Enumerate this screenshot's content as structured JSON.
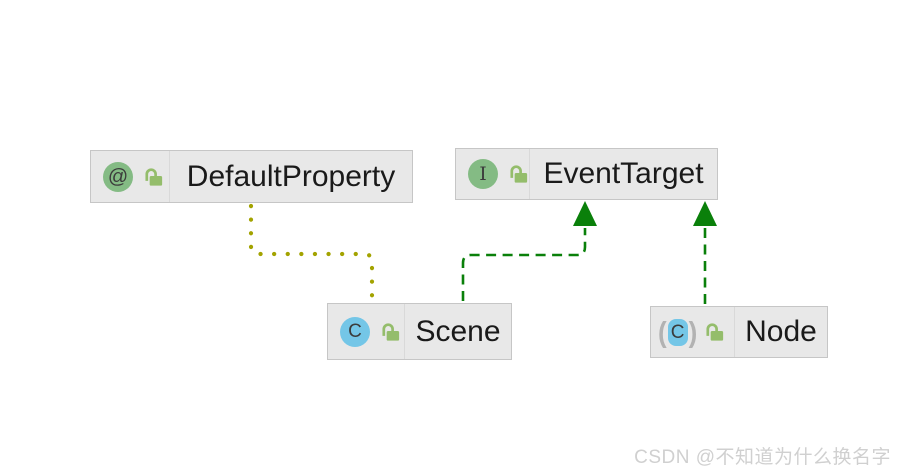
{
  "colors": {
    "canvas-bg": "#ffffff",
    "node-bg": "#e8e8e8",
    "node-border": "#c6c6c6",
    "node-divider": "#d9d9d9",
    "node-text": "#1a1a1a",
    "icon-green": "#84bb84",
    "icon-blue": "#74c6e7",
    "icon-glyph": "#3b3b3b",
    "lock-green": "#94bd6b",
    "paren-gray": "#b2b2b2",
    "edge-green": "#0a800a",
    "edge-olive": "#a3a300",
    "watermark-gray": "#d0d0d0"
  },
  "nodes": [
    {
      "name": "DefaultProperty",
      "kind": "annotation",
      "badge": "@",
      "lock": "unlocked"
    },
    {
      "name": "EventTarget",
      "kind": "interface",
      "badge": "I",
      "lock": "unlocked"
    },
    {
      "name": "Scene",
      "kind": "class",
      "badge": "C",
      "lock": "unlocked"
    },
    {
      "name": "Node",
      "kind": "class",
      "badge": "C",
      "decor_left": "(",
      "decor_right": ")",
      "lock": "unlocked"
    }
  ],
  "edges": [
    {
      "from": "Scene",
      "to": "DefaultProperty",
      "type": "annotation-dependency",
      "style": "dotted"
    },
    {
      "from": "Scene",
      "to": "EventTarget",
      "type": "realization",
      "style": "dashed",
      "arrowhead": "solid-triangle"
    },
    {
      "from": "Node",
      "to": "EventTarget",
      "type": "realization",
      "style": "dashed",
      "arrowhead": "solid-triangle"
    }
  ],
  "watermark": {
    "text": "CSDN @不知道为什么换名字"
  }
}
